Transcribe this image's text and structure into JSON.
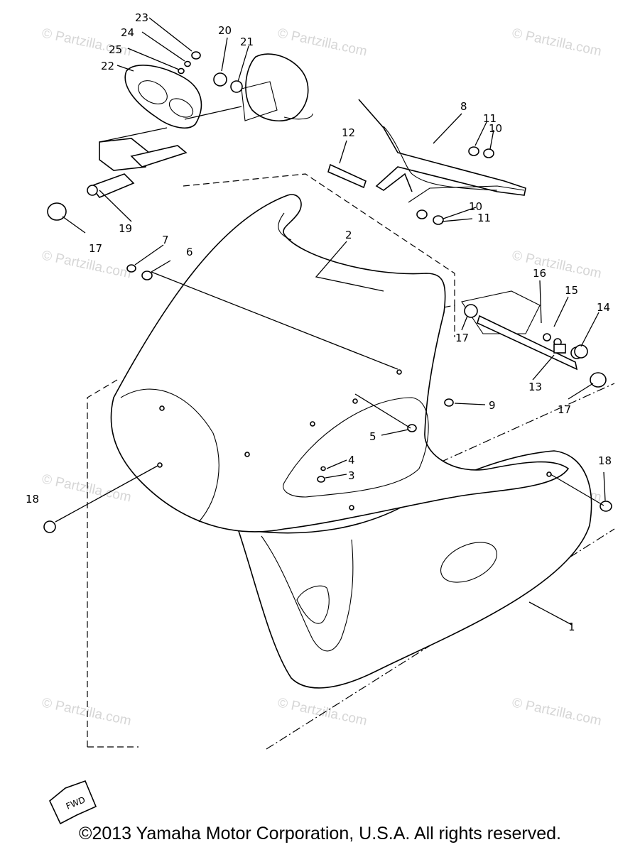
{
  "callouts": [
    "1",
    "2",
    "3",
    "4",
    "5",
    "6",
    "7",
    "8",
    "9",
    "10",
    "10",
    "11",
    "11",
    "12",
    "13",
    "14",
    "15",
    "16",
    "17",
    "17",
    "17",
    "18",
    "18",
    "19",
    "20",
    "21",
    "22",
    "23",
    "24",
    "25"
  ],
  "watermark": "© Partzilla.com",
  "center_watermark": "© Partzilla.com",
  "fwd_label": "FWD",
  "copyright": "©2013  Yamaha Motor Corporation, U.S.A. All rights reserved."
}
